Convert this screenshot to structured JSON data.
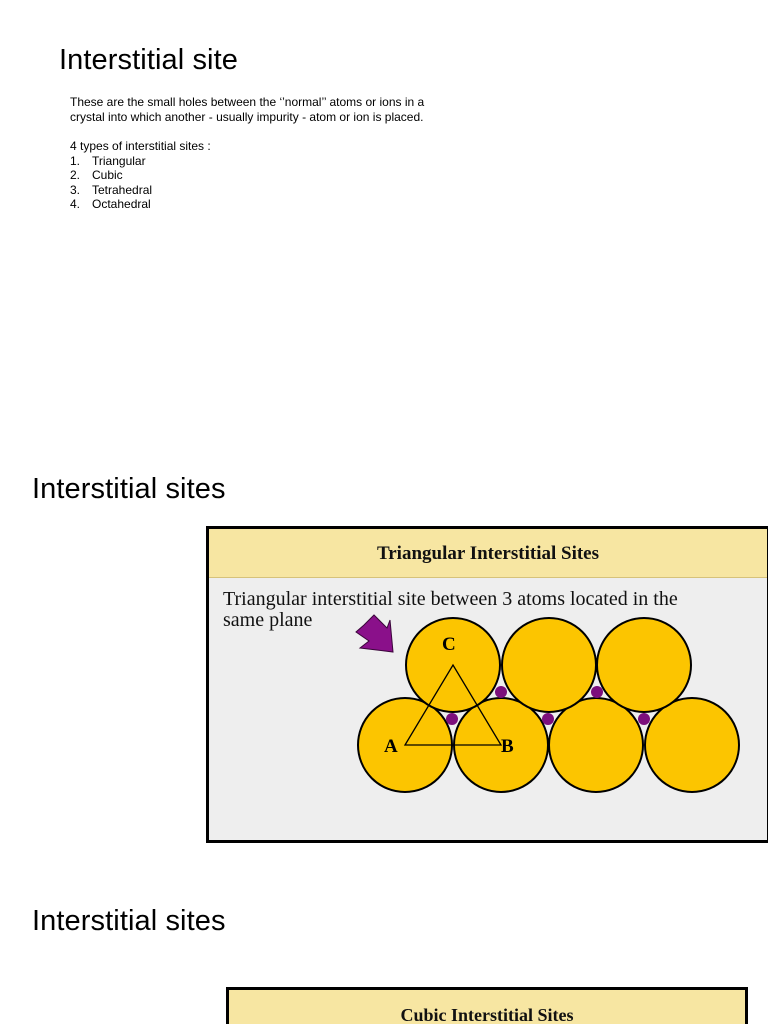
{
  "slide1": {
    "title": "Interstitial site",
    "definition": "These are the small holes between the ‘’normal’’ atoms or ions in a crystal into which another - usually impurity - atom or ion is placed.",
    "types_label": "4 types of interstitial sites :",
    "types": [
      {
        "num": "1.",
        "label": "Triangular"
      },
      {
        "num": "2.",
        "label": "Cubic"
      },
      {
        "num": "3.",
        "label": "Tetrahedral"
      },
      {
        "num": "4.",
        "label": "Octahedral"
      }
    ]
  },
  "slide2": {
    "title": "Interstitial sites",
    "figure": {
      "header": "Triangular Interstitial Sites",
      "caption": "Triangular interstitial site between 3 atoms located in the same plane",
      "labels": {
        "a": "A",
        "b": "B",
        "c": "C"
      },
      "colors": {
        "atom_fill": "#fcc500",
        "atom_stroke": "#000000",
        "interstitial": "#7c0f7c",
        "arrow": "#8a108a",
        "header_bg": "#f7e6a2",
        "panel_bg": "#eeeeee"
      }
    }
  },
  "slide3": {
    "title": "Interstitial sites",
    "figure": {
      "header": "Cubic Interstitial Sites"
    }
  }
}
